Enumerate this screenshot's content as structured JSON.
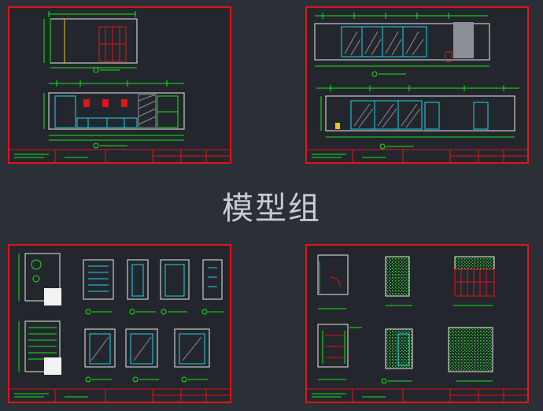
{
  "caption": "模型组",
  "colors": {
    "background": "#2b2f36",
    "sheet_border": "#e0141b",
    "line_green": "#19e619",
    "line_cyan": "#22d3e6",
    "line_white": "#e8e8e8",
    "accent_red": "#e0141b",
    "hatch_gray": "#8a8f96"
  },
  "sheets": [
    {
      "id": "top-left",
      "icon": "cad-drawing-sheet"
    },
    {
      "id": "top-right",
      "icon": "cad-drawing-sheet"
    },
    {
      "id": "bottom-left",
      "icon": "cad-drawing-sheet"
    },
    {
      "id": "bottom-right",
      "icon": "cad-drawing-sheet"
    }
  ]
}
